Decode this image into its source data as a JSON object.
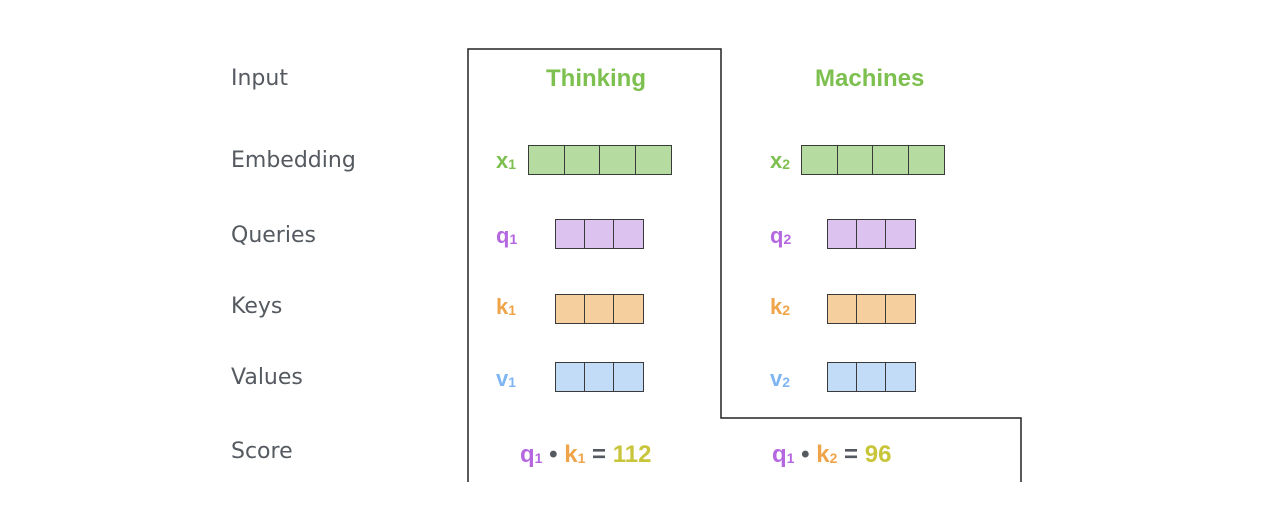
{
  "rows": {
    "input": "Input",
    "embedding": "Embedding",
    "queries": "Queries",
    "keys": "Keys",
    "values": "Values",
    "score": "Score"
  },
  "words": [
    {
      "text": "Thinking",
      "x": "x",
      "x_sub": "1",
      "q": "q",
      "q_sub": "1",
      "k": "k",
      "k_sub": "1",
      "v": "v",
      "v_sub": "1"
    },
    {
      "text": "Machines",
      "x": "x",
      "x_sub": "2",
      "q": "q",
      "q_sub": "2",
      "k": "k",
      "k_sub": "2",
      "v": "v",
      "v_sub": "2"
    }
  ],
  "scores": [
    {
      "q": "q",
      "q_sub": "1",
      "op": "•",
      "k": "k",
      "k_sub": "1",
      "eq": "=",
      "value": "112"
    },
    {
      "q": "q",
      "q_sub": "1",
      "op": "•",
      "k": "k",
      "k_sub": "2",
      "eq": "=",
      "value": "96"
    }
  ],
  "colors": {
    "word": "#7dc04f",
    "embedding": "#b5dba1",
    "query": "#dcc2ef",
    "key": "#f5cf9e",
    "value": "#c2dbf7",
    "query_text": "#b567e0",
    "key_text": "#f0a44a",
    "value_text": "#7fb6f2",
    "score_text": "#c9c53a"
  }
}
